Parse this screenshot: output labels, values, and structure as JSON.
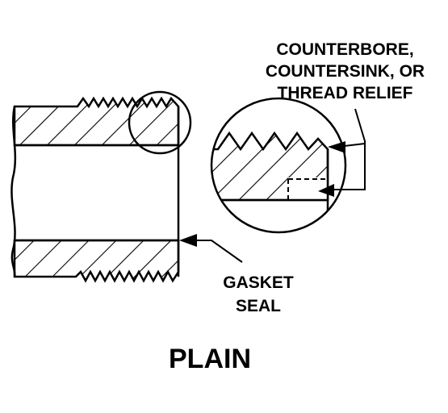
{
  "diagram": {
    "title": "PLAIN",
    "labels": {
      "counterbore_line1": "COUNTERBORE,",
      "counterbore_line2": "COUNTERSINK, OR",
      "counterbore_line3": "THREAD RELIEF",
      "gasket_line1": "GASKET",
      "gasket_line2": "SEAL"
    },
    "colors": {
      "line": "#000000",
      "background": "#ffffff"
    }
  }
}
